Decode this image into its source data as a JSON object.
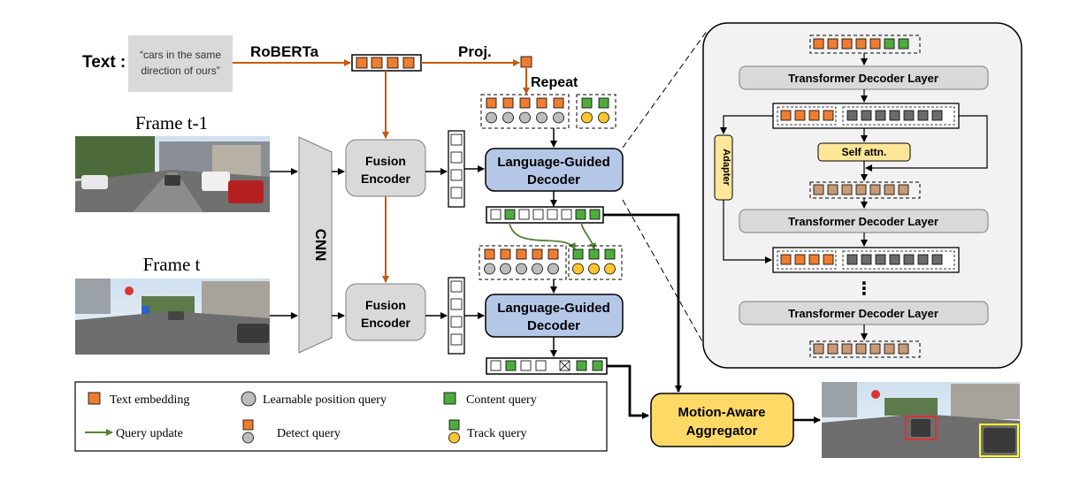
{
  "text_input": {
    "label": "Text :",
    "prompt_line1": "“cars in the same",
    "prompt_line2": "direction of ours”"
  },
  "encoders": {
    "roberta": "RoBERTa",
    "proj": "Proj.",
    "repeat": "Repeat",
    "cnn": "CNN",
    "fusion_line1": "Fusion",
    "fusion_line2": "Encoder"
  },
  "frames": {
    "prev": "Frame t-1",
    "curr": "Frame t"
  },
  "decoder": {
    "line1": "Language-Guided",
    "line2": "Decoder"
  },
  "aggregator": {
    "line1": "Motion-Aware",
    "line2": "Aggregator"
  },
  "detail_panel": {
    "layer1": "Transformer Decoder Layer",
    "layer2": "Transformer Decoder Layer",
    "layer3": "Transformer Decoder Layer",
    "self_attn": "Self attn.",
    "adapter": "Adapter",
    "ellipsis": "⋮"
  },
  "legend": {
    "text_embedding": "Text embedding",
    "position_query": "Learnable position query",
    "content_query": "Content query",
    "query_update": "Query update",
    "detect_query": "Detect query",
    "track_query": "Track query"
  },
  "colors": {
    "orange": "#ee7d31",
    "green": "#4eac3f",
    "gray_circle": "#bdbdbd",
    "yellow": "#fcc631",
    "decoder_blue": "#b4c7e7",
    "aggregator_yellow": "#ffd966",
    "layer_gray": "#d9d9d9",
    "panel_bg": "#f2f2f2",
    "arrow_orange": "#c55a11",
    "arrow_green": "#548235",
    "detect_box_red": "#e03030",
    "detect_box_yellow": "#ffff30"
  }
}
